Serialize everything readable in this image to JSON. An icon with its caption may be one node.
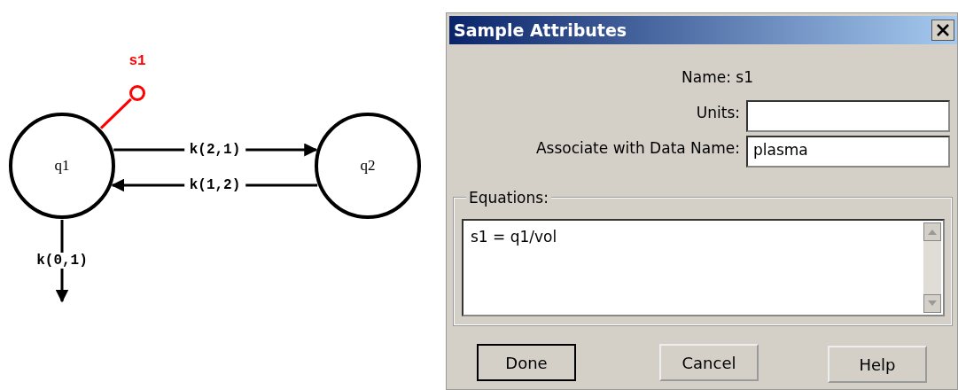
{
  "diagram": {
    "nodes": [
      {
        "text": [
          "q1"
        ]
      },
      {
        "text": [
          "q2"
        ]
      },
      {
        "text": [
          "s1"
        ]
      },
      {
        "text": [
          "Sample Attributes"
        ]
      }
    ],
    "edges": [
      {
        "from": 2,
        "to": 0,
        "arrow": "none",
        "color": "#ff0000"
      },
      {
        "from": 0,
        "to": 1,
        "arrow": "to",
        "label": "k(2,1)"
      },
      {
        "from": 1,
        "to": 0,
        "arrow": "to",
        "label": "k(1,2)"
      },
      {
        "from": 0,
        "to": null,
        "arrow": "to",
        "label": "k(0,1)"
      }
    ],
    "labels": [
      "Name: s1",
      "Units:",
      "Associate with Data Name:",
      "plasma",
      "Equations:",
      "s1 = q1/vol",
      "Done",
      "Cancel",
      "Help"
    ]
  }
}
